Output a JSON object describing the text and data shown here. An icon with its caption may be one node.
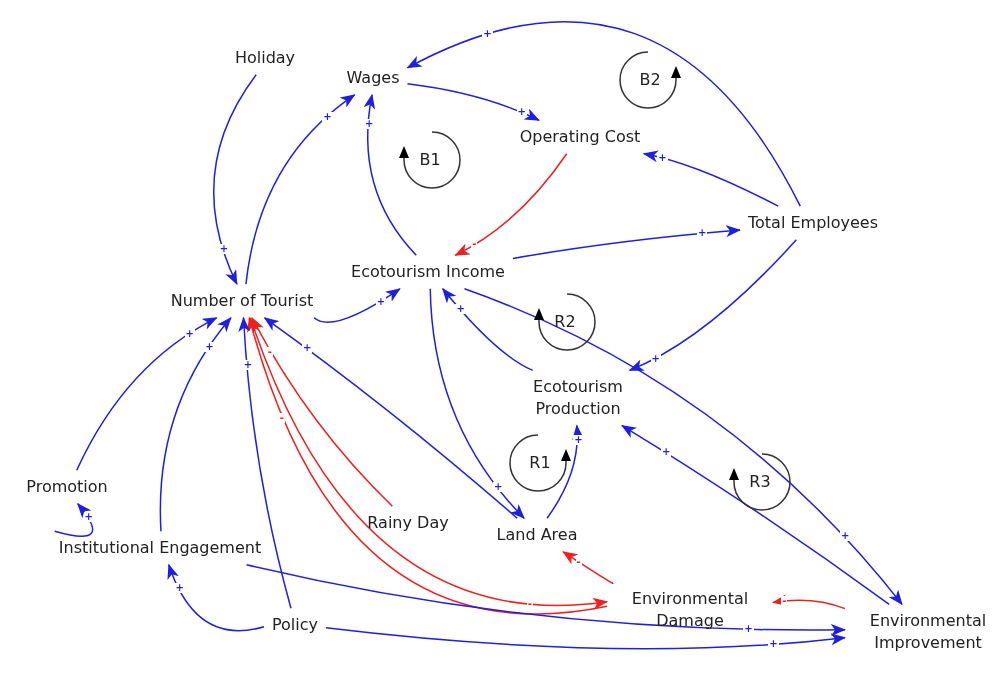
{
  "diagram": {
    "nodes": [
      {
        "text": [
          "Holiday"
        ]
      },
      {
        "text": [
          "Wages"
        ]
      },
      {
        "text": [
          "Operating Cost"
        ]
      },
      {
        "text": [
          "Total Employees"
        ]
      },
      {
        "text": [
          "Ecotourism Income"
        ]
      },
      {
        "text": [
          "Number of Tourist"
        ]
      },
      {
        "text": [
          "Ecotourism Production"
        ]
      },
      {
        "text": [
          "Promotion"
        ]
      },
      {
        "text": [
          "Rainy Day"
        ]
      },
      {
        "text": [
          "Land Area"
        ]
      },
      {
        "text": [
          "Institutional Engagement"
        ]
      },
      {
        "text": [
          "Environmental Damage"
        ]
      },
      {
        "text": [
          "Policy"
        ]
      },
      {
        "text": [
          "Environmental Improvement"
        ]
      }
    ],
    "edges": [
      {
        "from": 0,
        "to": 5,
        "arrow": "to",
        "label": "+"
      },
      {
        "from": 5,
        "to": 1,
        "arrow": "to",
        "label": "+"
      },
      {
        "from": 4,
        "to": 1,
        "arrow": "to",
        "label": "+"
      },
      {
        "from": 1,
        "to": 2,
        "arrow": "to",
        "label": "+"
      },
      {
        "from": 3,
        "to": 1,
        "arrow": "to",
        "label": "+"
      },
      {
        "from": 3,
        "to": 2,
        "arrow": "to",
        "label": "+"
      },
      {
        "from": 2,
        "to": 4,
        "arrow": "to",
        "label": "-",
        "color": "#ee2020"
      },
      {
        "from": 4,
        "to": 3,
        "arrow": "to",
        "label": "+"
      },
      {
        "from": 3,
        "to": 6,
        "arrow": "to",
        "label": "+"
      },
      {
        "from": 4,
        "to": 13,
        "arrow": "to",
        "label": "+"
      },
      {
        "from": 5,
        "to": 4,
        "arrow": "to",
        "label": "+"
      },
      {
        "from": 6,
        "to": 4,
        "arrow": "to",
        "label": "+"
      },
      {
        "from": 4,
        "to": 9,
        "arrow": "to",
        "label": "+"
      },
      {
        "from": 9,
        "to": 5,
        "arrow": "to",
        "label": "+"
      },
      {
        "from": 8,
        "to": 5,
        "arrow": "to",
        "label": "-",
        "color": "#ee2020"
      },
      {
        "from": 5,
        "to": 11,
        "arrow": "to",
        "label": "-",
        "color": "#ee2020"
      },
      {
        "from": 11,
        "to": 5,
        "arrow": "to",
        "label": "-",
        "color": "#ee2020"
      },
      {
        "from": 11,
        "to": 9,
        "arrow": "to",
        "label": "-",
        "color": "#ee2020"
      },
      {
        "from": 9,
        "to": 6,
        "arrow": "to",
        "label": "+"
      },
      {
        "from": 13,
        "to": 6,
        "arrow": "to",
        "label": "+"
      },
      {
        "from": 13,
        "to": 11,
        "arrow": "to",
        "label": "-",
        "color": "#ee2020"
      },
      {
        "from": 7,
        "to": 5,
        "arrow": "to",
        "label": "+"
      },
      {
        "from": 10,
        "to": 5,
        "arrow": "to",
        "label": "+"
      },
      {
        "from": 12,
        "to": 5,
        "arrow": "to",
        "label": "+"
      },
      {
        "from": 10,
        "to": 7,
        "arrow": "to",
        "label": "+"
      },
      {
        "from": 12,
        "to": 10,
        "arrow": "to",
        "label": "+"
      },
      {
        "from": 10,
        "to": 13,
        "arrow": "to",
        "label": "+"
      },
      {
        "from": 12,
        "to": 13,
        "arrow": "to",
        "label": "+"
      }
    ],
    "labels": [
      "B2",
      "B1",
      "R2",
      "R1",
      "R3"
    ]
  }
}
